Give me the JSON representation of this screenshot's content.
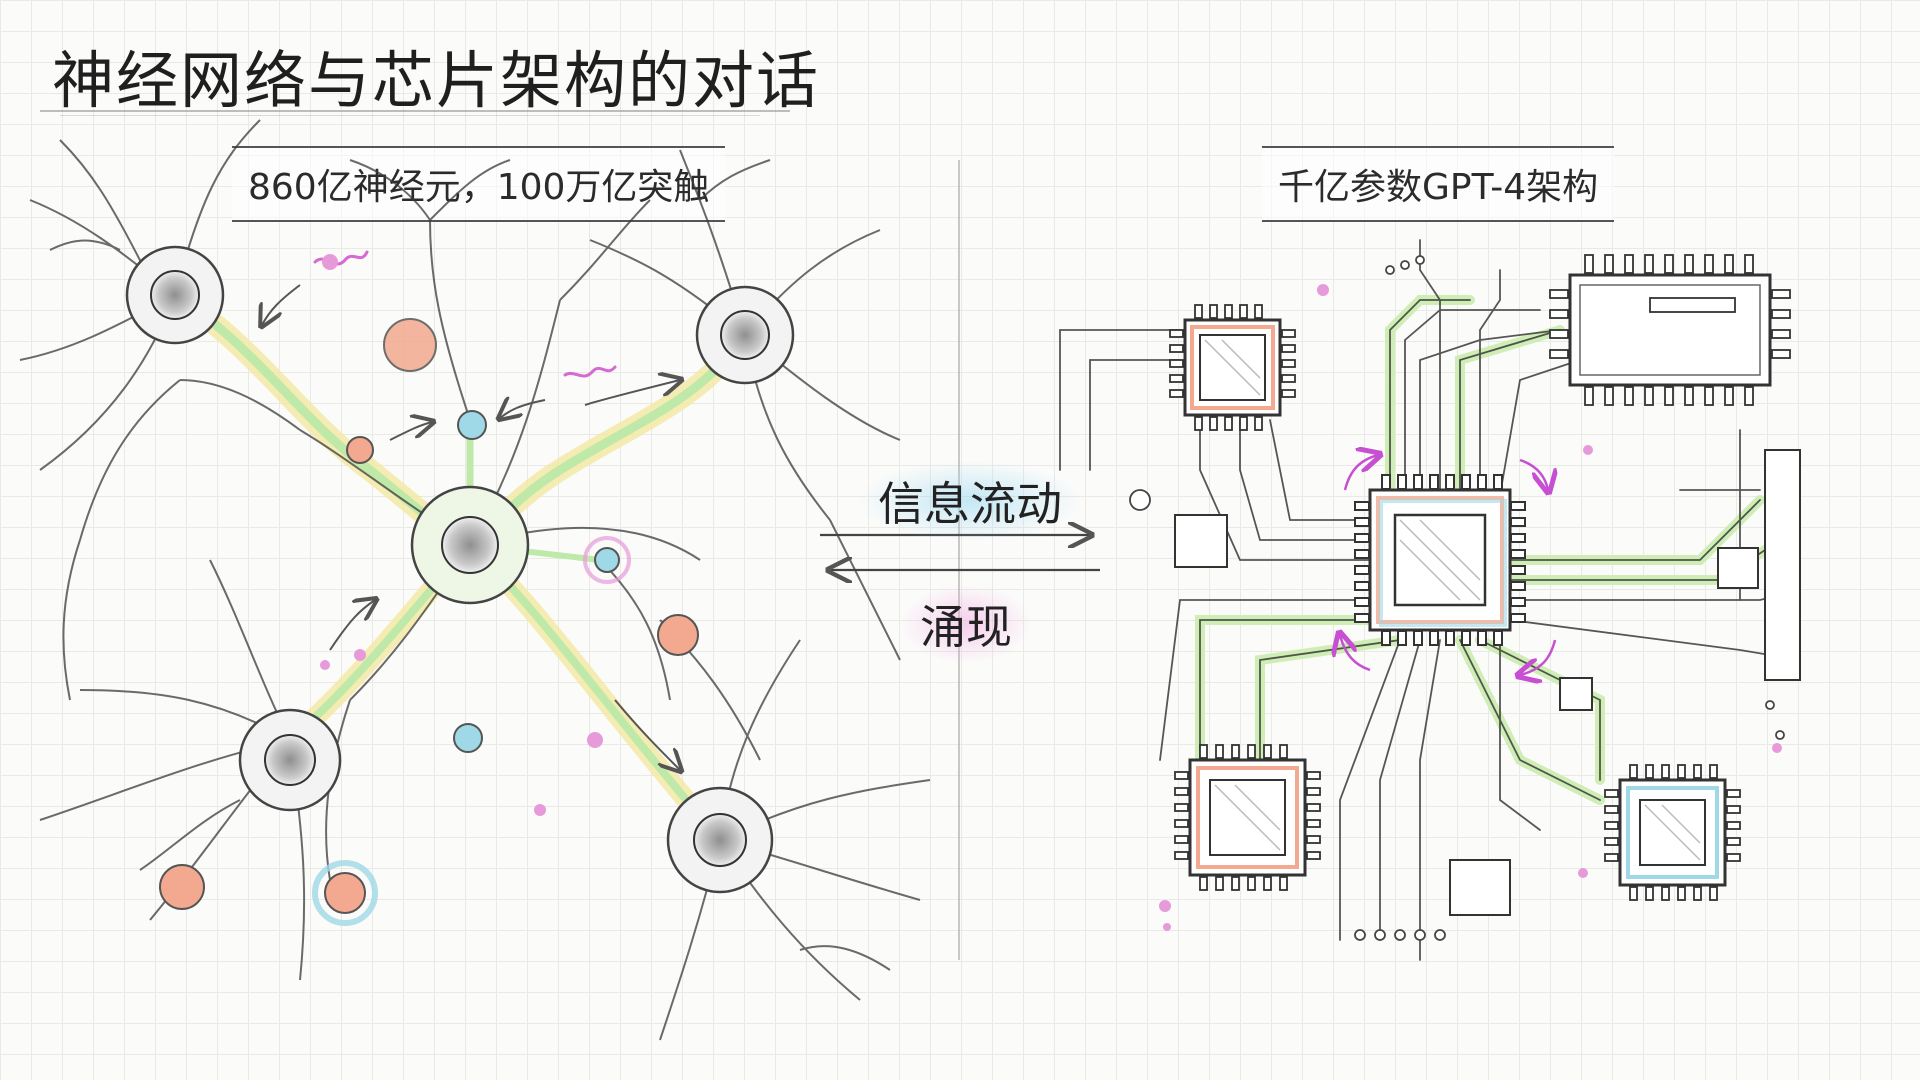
{
  "title": "神经网络与芯片架构的对话",
  "left_caption": "860亿神经元，100万亿突触",
  "right_caption": "千亿参数GPT-4架构",
  "flow": {
    "forward_label": "信息流动",
    "backward_label": "涌现"
  },
  "colors": {
    "ink": "#3a3a3a",
    "pathway_green": "#bfe9a8",
    "pathway_yellow": "#f2e9a0",
    "accent_pink": "#e06ad8",
    "accent_blue": "#9fd8e6",
    "accent_salmon": "#f3a98f"
  }
}
